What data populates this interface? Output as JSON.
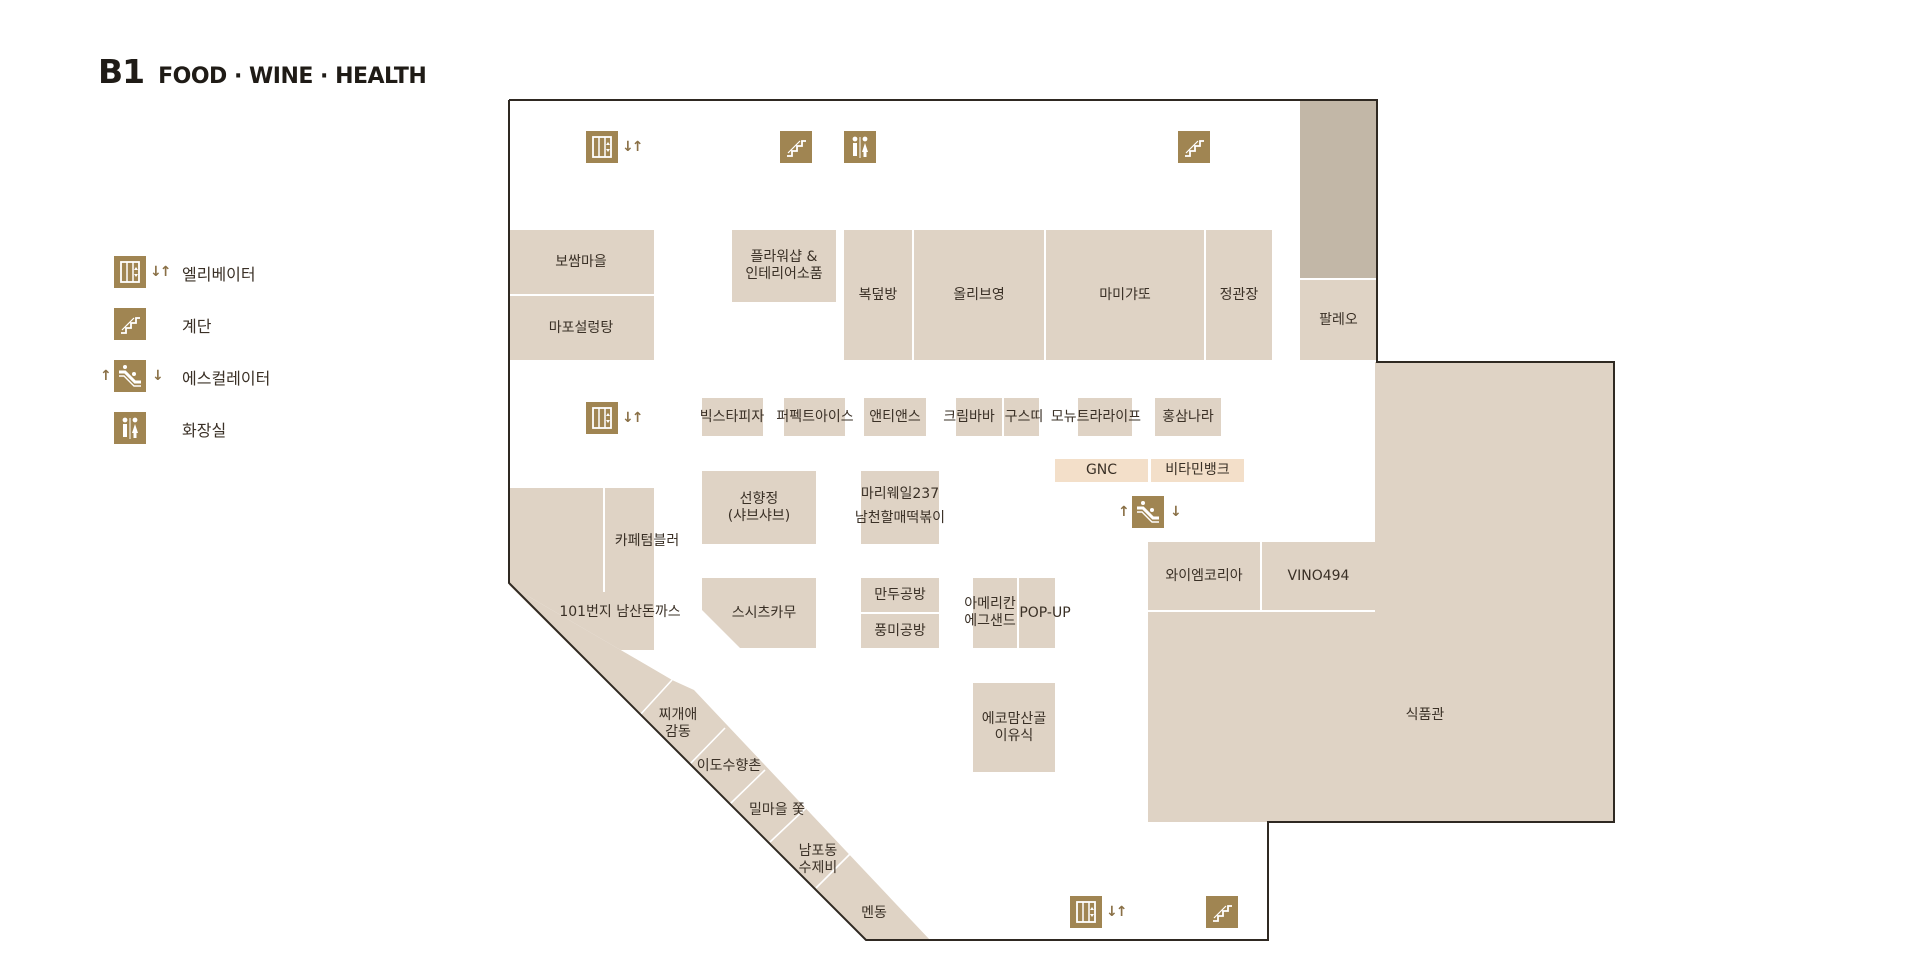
{
  "header": {
    "floor": "B1",
    "subtitle": "FOOD · WINE · HEALTH"
  },
  "legend": {
    "elevator": "엘리베이터",
    "stairs": "계단",
    "escalator": "에스컬레이터",
    "restroom": "화장실"
  },
  "stores": {
    "bossam": "보쌈마을",
    "mapo": "마포설렁탕",
    "flower": "플라워샵 &\n인테리어소품",
    "bokdeok": "복덮방",
    "olive": "올리브영",
    "mamigato": "마미갸또",
    "jeonggwanjang": "정관장",
    "paleo": "팔레오",
    "bigstar": "빅스타피자",
    "perfect": "퍼펙트아이스",
    "auntie": "앤티앤스",
    "krimbaba": "크림바바",
    "guseuddi": "구스띠",
    "monew": "모뉴트라라이프",
    "hongsam": "홍삼나라",
    "gnc": "GNC",
    "vitamin": "비타민뱅크",
    "seonhyang": "선향정\n(샤브샤브)",
    "mari": "마리웨일237",
    "namcheon": "남천할매떡볶이",
    "cafe": "카페텀블러",
    "donkatsu": "101번지 남산돈까스",
    "sushi": "스시츠카무",
    "mandu": "만두공방",
    "pungmi": "풍미공방",
    "american": "아메리칸\n에그샌드",
    "popup": "POP-UP",
    "wine": "와이엠코리아",
    "vino": "VINO494",
    "jjigae": "찌개애\n감동",
    "ido": "이도수향촌",
    "milmaeul": "밀마을 쫓",
    "nampo": "남포동\n수제비",
    "eco": "에코맘산골\n이유식",
    "food": "식품관",
    "mendong": "멘동"
  },
  "colors": {
    "store_fill": "#dfd3c5",
    "gray_block": "#c2b7a7",
    "health_fill": "#f3dfc9",
    "icon_brown": "#a08552",
    "outline": "#2f2922"
  }
}
